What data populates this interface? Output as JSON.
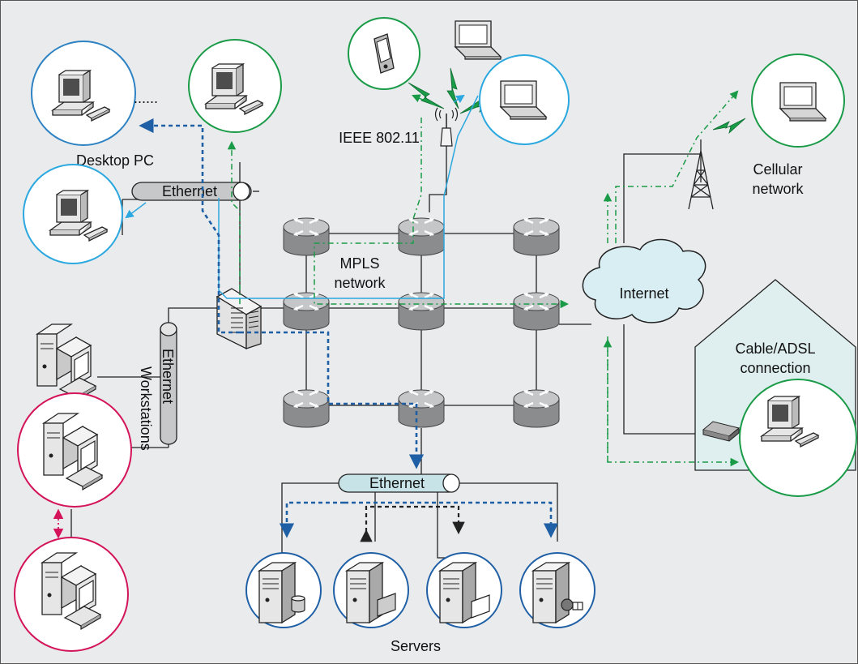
{
  "labels": {
    "desktop_pc": "Desktop PC",
    "ieee": "IEEE 802.11",
    "cellular_1": "Cellular",
    "cellular_2": "network",
    "mpls_1": "MPLS",
    "mpls_2": "network",
    "internet": "Internet",
    "cable_1": "Cable/ADSL",
    "cable_2": "connection",
    "ethernet_top": "Ethernet",
    "ethernet_left": "Ethernet",
    "ethernet_bottom": "Ethernet",
    "workstations": "Workstations",
    "servers": "Servers",
    "ellipsis": "......"
  },
  "colors": {
    "background": "#e9ebec",
    "router_top": "#bfc1c3",
    "router_body": "#8a8c8e",
    "green": "#1a9b48",
    "blue": "#2d82c4",
    "cyan": "#2ba8df",
    "magenta": "#d4145a",
    "dark_blue": "#1f5fa6",
    "cloud": "#d9eef3",
    "house": "#dfeeee",
    "ethernet_teal": "#c7e3e8"
  }
}
